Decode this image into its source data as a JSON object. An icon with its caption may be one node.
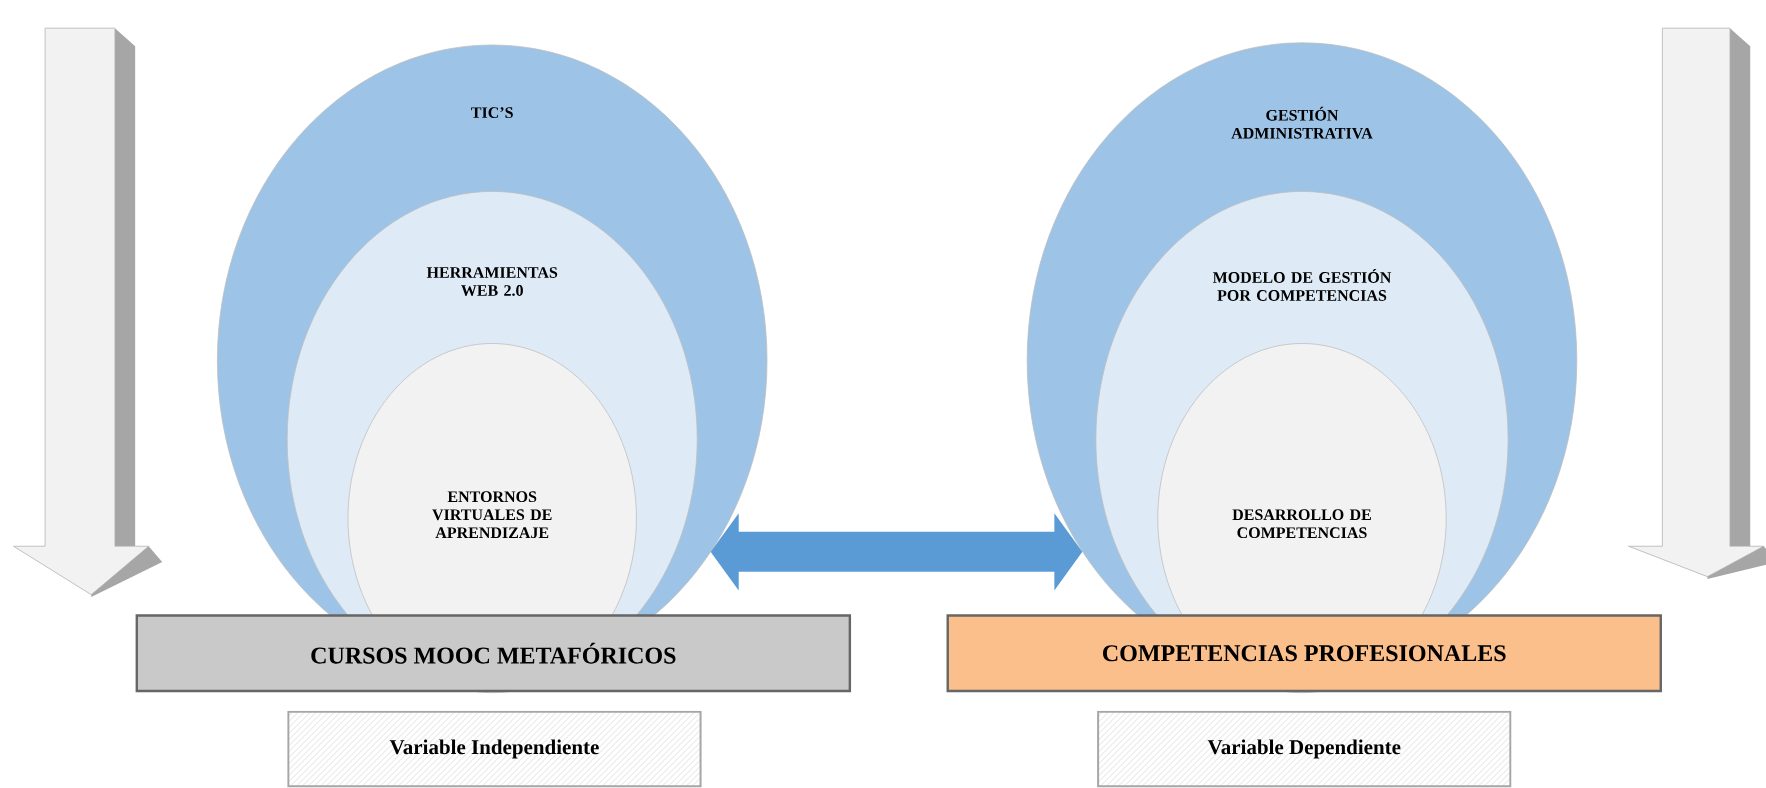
{
  "diagram": {
    "nodes": [
      {
        "text": [
          "TIC’S"
        ]
      },
      {
        "text": [
          "HERRAMIENTAS WEB 2.0"
        ],
        "in": 0
      },
      {
        "text": [
          "ENTORNOS VIRTUALES DE APRENDIZAJE"
        ],
        "in": 1
      },
      {
        "text": [
          "GESTIÓN ADMINISTRATIVA"
        ]
      },
      {
        "text": [
          "MODELO DE GESTIÓN POR COMPETENCIAS"
        ],
        "in": 3
      },
      {
        "text": [
          "DESARROLLO DE COMPETENCIAS"
        ],
        "in": 4
      },
      {
        "text": [
          "CURSOS MOOC METAFÓRICOS"
        ]
      },
      {
        "text": [
          "COMPETENCIAS PROFESIONALES"
        ]
      },
      {
        "text": [
          "Variable Independiente"
        ]
      },
      {
        "text": [
          "Variable Dependiente"
        ]
      }
    ],
    "edges": [
      {
        "from": 0,
        "to": 3,
        "arrow": "both"
      }
    ]
  }
}
